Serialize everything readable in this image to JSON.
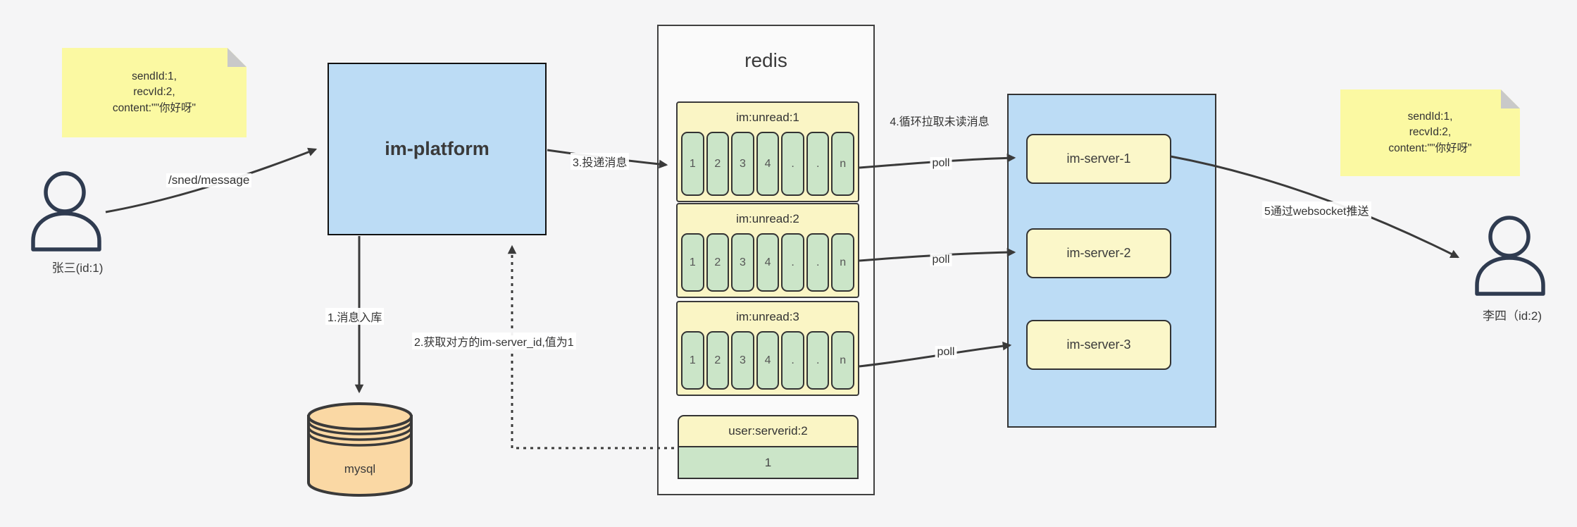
{
  "notes": {
    "left": {
      "lines": [
        "sendId:1,",
        "recvId:2,",
        "content:\"\"你好呀\""
      ]
    },
    "right": {
      "lines": [
        "sendId:1,",
        "recvId:2,",
        "content:\"\"你好呀\""
      ]
    }
  },
  "actors": {
    "sender": {
      "label": "张三(id:1)"
    },
    "receiver": {
      "label": "李四（id:2)"
    }
  },
  "platform": {
    "label": "im-platform"
  },
  "mysql": {
    "label": "mysql"
  },
  "redis": {
    "title": "redis",
    "queues": [
      {
        "name": "im:unread:1",
        "cells": [
          "1",
          "2",
          "3",
          "4",
          ".",
          ".",
          "n"
        ]
      },
      {
        "name": "im:unread:2",
        "cells": [
          "1",
          "2",
          "3",
          "4",
          ".",
          ".",
          "n"
        ]
      },
      {
        "name": "im:unread:3",
        "cells": [
          "1",
          "2",
          "3",
          "4",
          ".",
          ".",
          "n"
        ]
      }
    ],
    "mapping": {
      "name": "user:serverid:2",
      "value": "1"
    }
  },
  "servers": {
    "items": [
      {
        "label": "im-server-1"
      },
      {
        "label": "im-server-2"
      },
      {
        "label": "im-server-3"
      }
    ]
  },
  "edges": {
    "send": "/sned/message",
    "step1": "1.消息入库",
    "step2": "2.获取对方的im-server_id,值为1",
    "step3": "3.投递消息",
    "step4": "4.循环拉取未读消息",
    "step5": "5通过websocket推送",
    "poll": "poll"
  },
  "colors": {
    "note_yellow": "#fbf9a2",
    "box_blue": "#bcdcf5",
    "group_yellow": "#faf5c5",
    "server_yellow": "#fbf7c9",
    "cell_green": "#cbe5c8",
    "cylinder_orange": "#fad8a4",
    "stroke_dark": "#3a3a3a",
    "actor_navy": "#2f3b50"
  }
}
